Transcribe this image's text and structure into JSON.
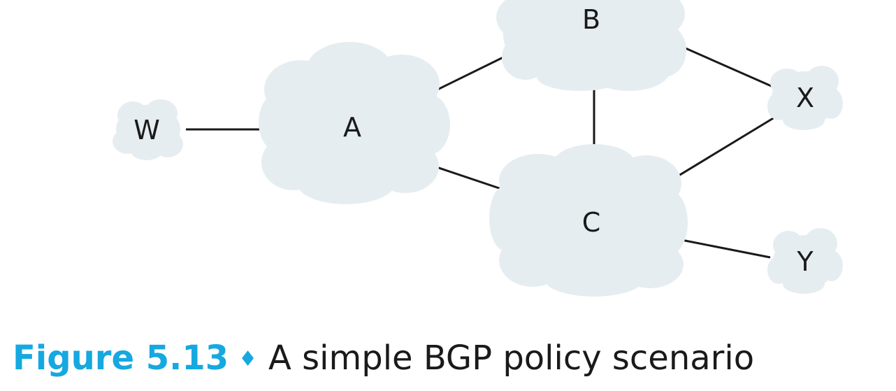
{
  "nodes": {
    "w": "W",
    "a": "A",
    "b": "B",
    "c": "C",
    "x": "X",
    "y": "Y"
  },
  "links": [
    [
      "W",
      "A"
    ],
    [
      "A",
      "B"
    ],
    [
      "A",
      "C"
    ],
    [
      "B",
      "C"
    ],
    [
      "B",
      "X"
    ],
    [
      "C",
      "X"
    ],
    [
      "C",
      "Y"
    ]
  ],
  "colors": {
    "cloud": "#e6edf1",
    "line": "#1a1a1a",
    "caption_accent": "#16a8e0"
  },
  "caption": {
    "number": "Figure 5.13",
    "separator": "♦",
    "title": "A simple BGP policy scenario"
  }
}
